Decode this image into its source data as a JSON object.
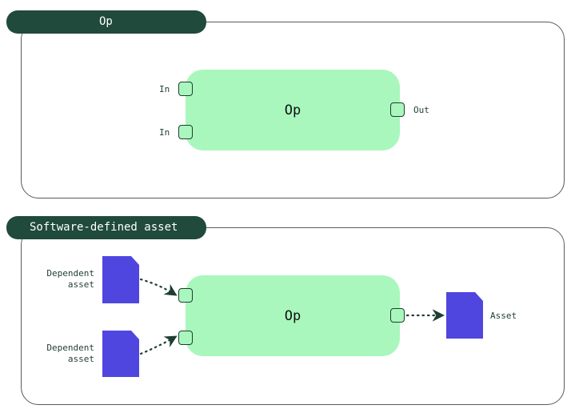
{
  "op_panel": {
    "title": "Op",
    "op_label": "Op",
    "inputs": [
      "In",
      "In"
    ],
    "output": "Out"
  },
  "asset_panel": {
    "title": "Software-defined asset",
    "op_label": "Op",
    "dependents": [
      {
        "line1": "Dependent",
        "line2": "asset"
      },
      {
        "line1": "Dependent",
        "line2": "asset"
      }
    ],
    "output_asset": "Asset"
  },
  "colors": {
    "tab": "#1f4a3c",
    "op_fill": "#a9f7bd",
    "asset_fill": "#4f46e0",
    "edge": "#1f3d33"
  },
  "icons": [
    "document-icon",
    "arrow-dotted-icon"
  ]
}
